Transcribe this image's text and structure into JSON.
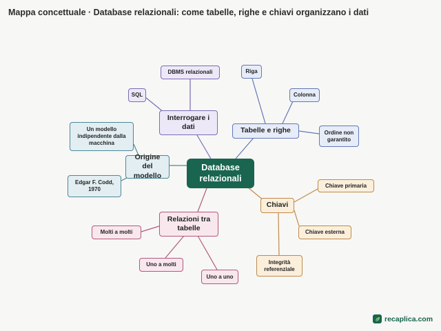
{
  "title": "Mappa concettuale · Database relazionali: come tabelle, righe e chiavi organizzano i dati",
  "center": "Database relazionali",
  "branches": {
    "interrogare": {
      "label": "Interrogare i dati",
      "children": [
        "DBMS relazionali",
        "SQL"
      ]
    },
    "tabelle": {
      "label": "Tabelle e righe",
      "children": [
        "Riga",
        "Colonna",
        "Ordine non garantito"
      ]
    },
    "origine": {
      "label": "Origine del modello",
      "children": [
        "Un modello indipendente dalla macchina",
        "Edgar F. Codd, 1970"
      ]
    },
    "chiavi": {
      "label": "Chiavi",
      "children": [
        "Chiave primaria",
        "Chiave esterna",
        "Integrità referenziale"
      ]
    },
    "relazioni": {
      "label": "Relazioni tra tabelle",
      "children": [
        "Molti a molti",
        "Uno a molti",
        "Uno a uno"
      ]
    }
  },
  "colors": {
    "center": "#19654f",
    "interrogare": "#7b6bb6",
    "tabelle": "#6478b6",
    "origine": "#4b8898",
    "chiavi": "#bf8a4b",
    "relazioni": "#b4587d"
  },
  "brand": {
    "logo_icon": "leaf-icon",
    "name": "recaplica.com"
  }
}
